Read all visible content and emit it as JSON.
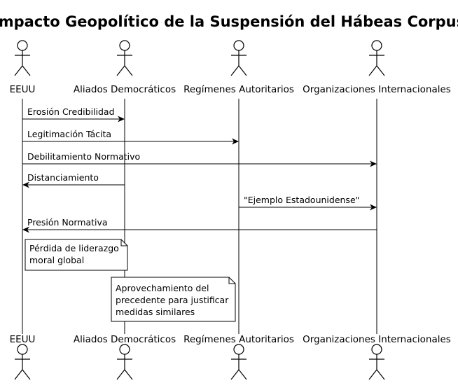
{
  "title": "Impacto Geopolítico de la Suspensión del Hábeas Corpus",
  "participants": [
    {
      "id": "eeuu",
      "label": "EEUU"
    },
    {
      "id": "aliados",
      "label": "Aliados Democráticos"
    },
    {
      "id": "regimenes",
      "label": "Regímenes Autoritarios"
    },
    {
      "id": "organizaciones",
      "label": "Organizaciones Internacionales"
    }
  ],
  "messages": [
    {
      "from": "eeuu",
      "to": "aliados",
      "label": "Erosión Credibilidad"
    },
    {
      "from": "eeuu",
      "to": "regimenes",
      "label": "Legitimación Tácita"
    },
    {
      "from": "eeuu",
      "to": "organizaciones",
      "label": "Debilitamiento Normativo"
    },
    {
      "from": "aliados",
      "to": "eeuu",
      "label": "Distanciamiento"
    },
    {
      "from": "regimenes",
      "to": "organizaciones",
      "label": "\"Ejemplo Estadounidense\""
    },
    {
      "from": "organizaciones",
      "to": "eeuu",
      "label": "Presión Normativa"
    }
  ],
  "notes": [
    {
      "over": "eeuu",
      "lines": [
        "Pérdida de liderazgo",
        "moral global"
      ]
    },
    {
      "over": "aliados",
      "lines": [
        "Aprovechamiento del",
        "precedente para justificar",
        "medidas similares"
      ]
    }
  ]
}
